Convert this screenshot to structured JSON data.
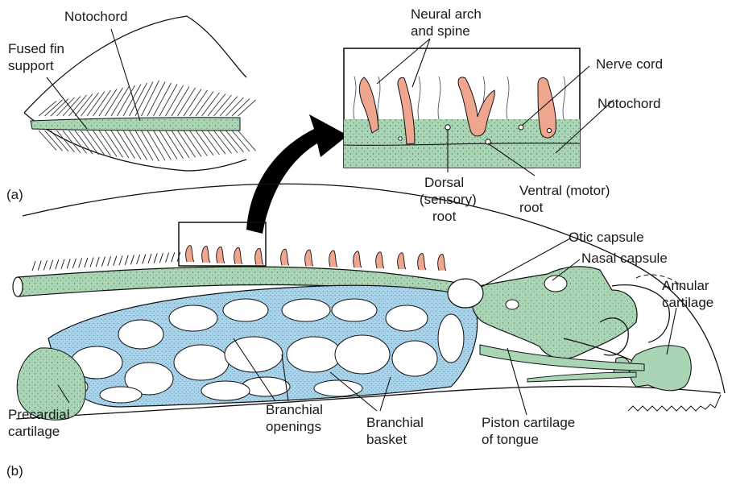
{
  "colors": {
    "cartilage_green": "#a9d5b4",
    "basket_blue": "#a8d4ec",
    "spine_pink": "#f0a58e",
    "outline": "#111111",
    "arrow": "#000000"
  },
  "panel_a": {
    "letter": "(a)",
    "labels": {
      "notochord": "Notochord",
      "fused_fin_line1": "Fused fin",
      "fused_fin_line2": "support"
    }
  },
  "inset": {
    "labels": {
      "neural_arch_line1": "Neural arch",
      "neural_arch_line2": "and spine",
      "nerve_cord": "Nerve cord",
      "notochord": "Notochord",
      "dorsal_line1": "Dorsal",
      "dorsal_line2": "(sensory)",
      "dorsal_line3": "root",
      "ventral_line1": "Ventral (motor)",
      "ventral_line2": "root"
    }
  },
  "panel_b": {
    "letter": "(b)",
    "labels": {
      "otic_capsule": "Otic capsule",
      "nasal_capsule": "Nasal capsule",
      "annular_line1": "Annular",
      "annular_line2": "cartilage",
      "precardial_line1": "Precardial",
      "precardial_line2": "cartilage",
      "branchial_openings_line1": "Branchial",
      "branchial_openings_line2": "openings",
      "branchial_basket_line1": "Branchial",
      "branchial_basket_line2": "basket",
      "piston_line1": "Piston cartilage",
      "piston_line2": "of tongue"
    }
  }
}
